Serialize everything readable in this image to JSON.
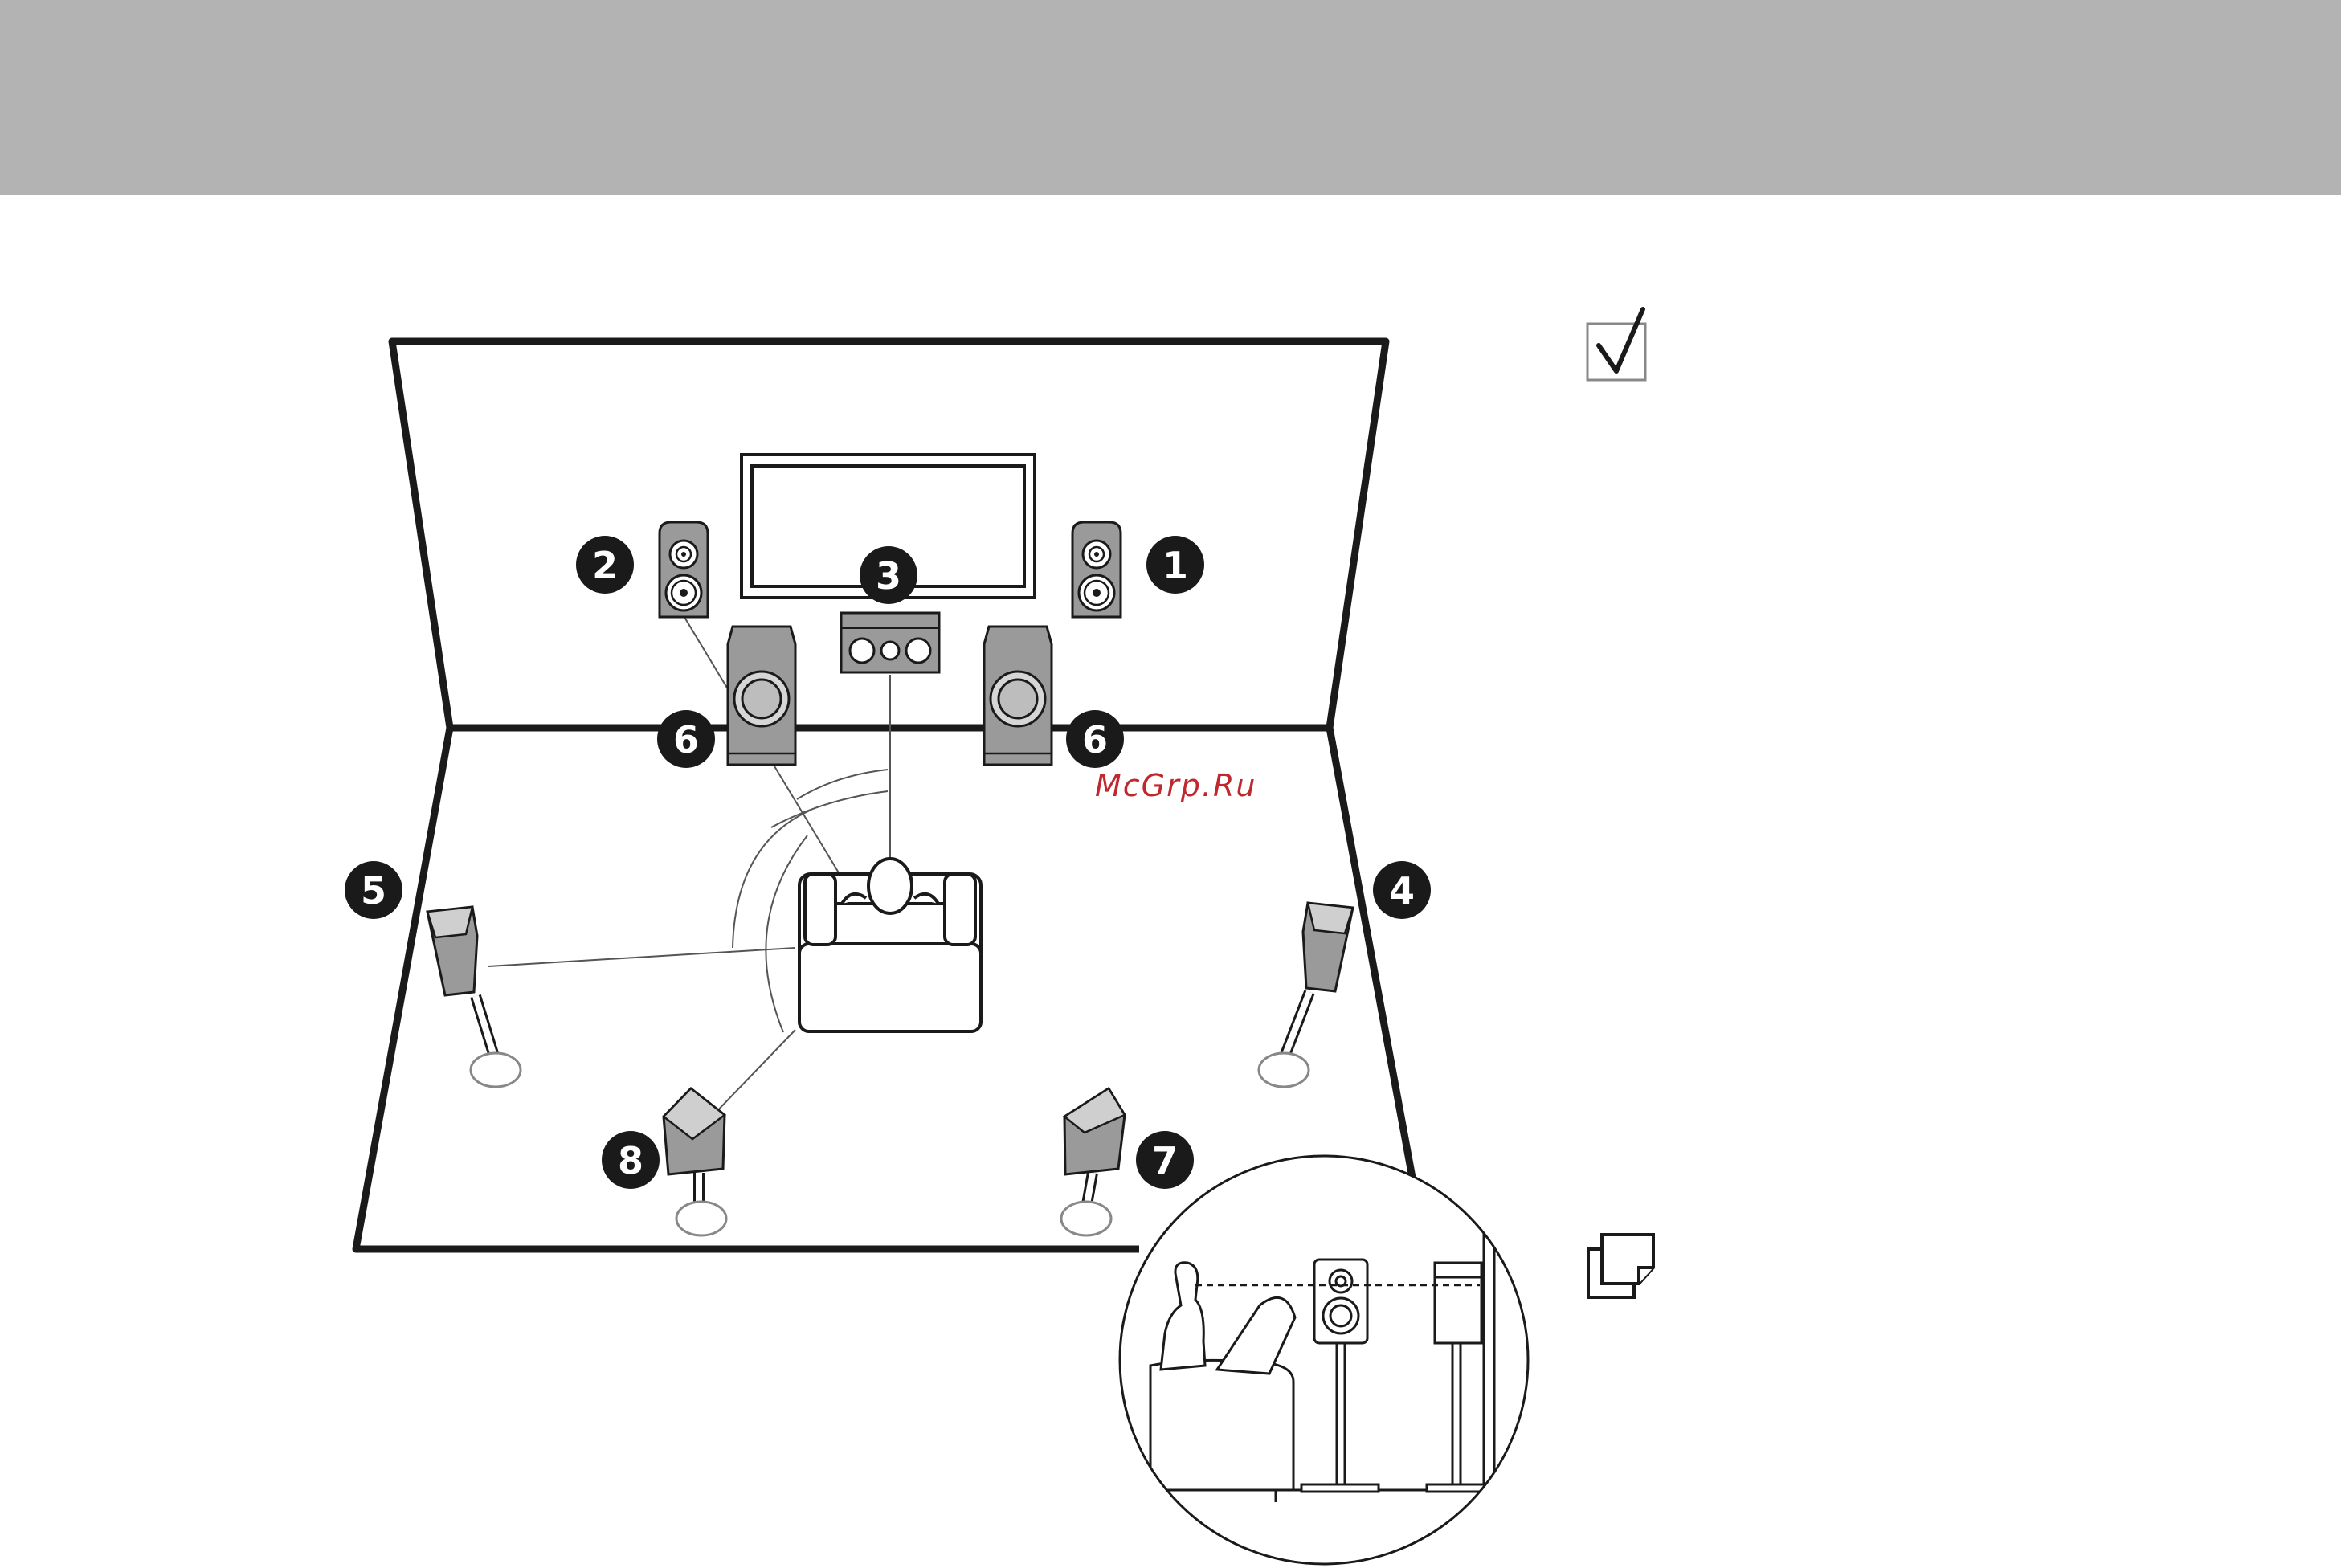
{
  "header": {
    "color": "#b3b3b3"
  },
  "watermark": {
    "text": "McGrp.Ru",
    "color": "#c0282d"
  },
  "speakers": {
    "front_right_label": "1",
    "front_left_label": "2",
    "center_label": "3",
    "surround_right_label": "4",
    "surround_left_label": "5",
    "subwoofer_left_label": "6",
    "subwoofer_right_label": "6",
    "surround_back_right_label": "7",
    "surround_back_left_label": "8"
  },
  "icons": {
    "note": "checkbox-icon",
    "page": "page-copy-icon"
  }
}
